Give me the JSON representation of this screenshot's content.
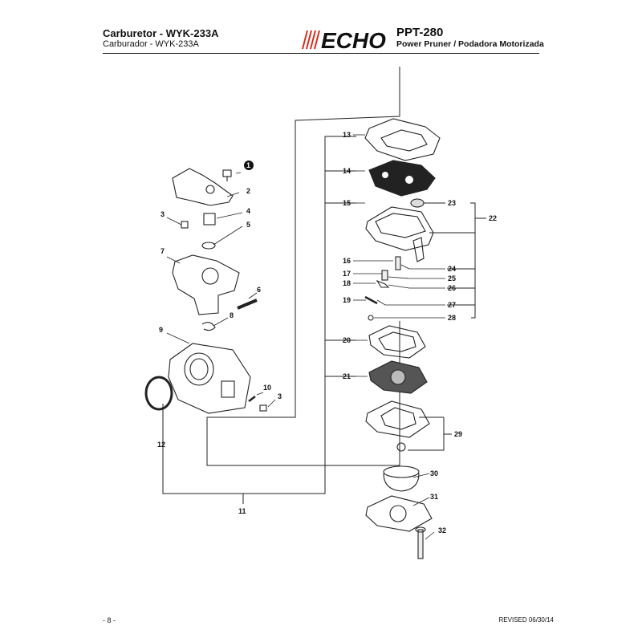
{
  "header": {
    "title_en": "Carburetor - WYK-233A",
    "title_es": "Carburador - WYK-233A",
    "brand": "ECHO",
    "model": "PPT-280",
    "product": "Power Pruner / Podadora Motorizada"
  },
  "footer": {
    "page_number": "- 8 -",
    "revised": "REVISED 06/30/14"
  },
  "callouts": {
    "c1": "1",
    "c2": "2",
    "c3a": "3",
    "c4": "4",
    "c5": "5",
    "c6": "6",
    "c7": "7",
    "c8": "8",
    "c9": "9",
    "c10": "10",
    "c3b": "3",
    "c11": "11",
    "c12": "12",
    "c13": "13",
    "c14": "14",
    "c15": "15",
    "c16": "16",
    "c17": "17",
    "c18": "18",
    "c19": "19",
    "c20": "20",
    "c21": "21",
    "c22": "22",
    "c23": "23",
    "c24": "24",
    "c25": "25",
    "c26": "26",
    "c27": "27",
    "c28": "28",
    "c29": "29",
    "c30": "30",
    "c31": "31",
    "c32": "32"
  }
}
